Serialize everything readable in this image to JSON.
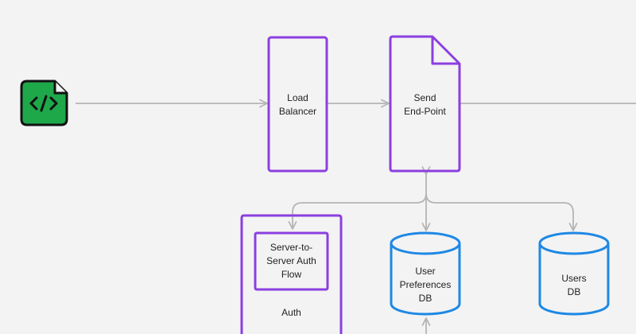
{
  "nodes": {
    "load_balancer": "Load\nBalancer",
    "send_endpoint": "Send\nEnd-Point",
    "auth_flow": "Server-to-\nServer Auth\nFlow",
    "auth": "Auth",
    "user_prefs_db": "User\nPreferences\nDB",
    "users_db": "Users\nDB"
  },
  "icons": {
    "source": "code-file-icon"
  },
  "colors": {
    "canvas": "#f3f3f3",
    "service_stroke": "#8b3fe0",
    "database_stroke": "#1e88e5",
    "connector": "#b5b5b5",
    "code_icon_fill": "#1ea84a"
  }
}
